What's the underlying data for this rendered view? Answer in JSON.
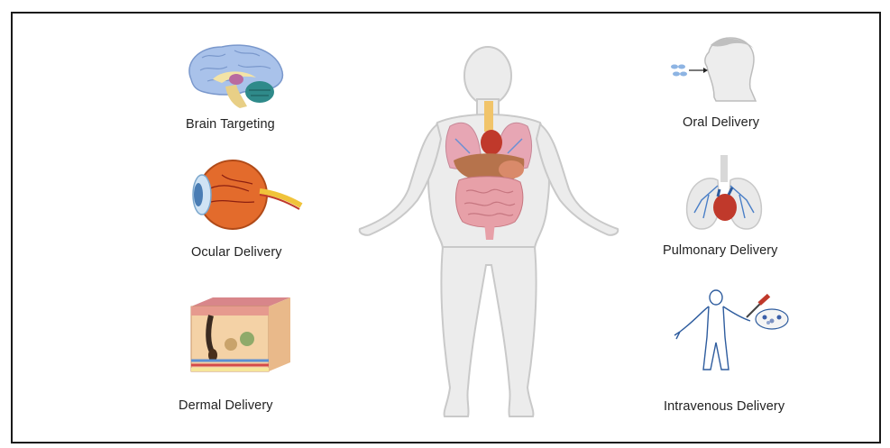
{
  "labels": {
    "brain": "Brain Targeting",
    "ocular": "Ocular Delivery",
    "dermal": "Dermal Delivery",
    "oral": "Oral Delivery",
    "pulmonary": "Pulmonary Delivery",
    "intravenous": "Intravenous Delivery"
  },
  "colors": {
    "frame": "#1a1a1a",
    "body_fill": "#ececec",
    "body_stroke": "#c9c9c9",
    "organ_pink": "#e79aa5",
    "organ_red": "#c0392b",
    "brain_blue": "#9db8e4",
    "skin_tan": "#f1c9a0",
    "line_blue": "#2e5c9e"
  },
  "icons": [
    "brain-icon",
    "eye-icon",
    "skin-layers-icon",
    "oral-inhale-icon",
    "lungs-heart-icon",
    "iv-person-icon",
    "human-body-icon"
  ]
}
